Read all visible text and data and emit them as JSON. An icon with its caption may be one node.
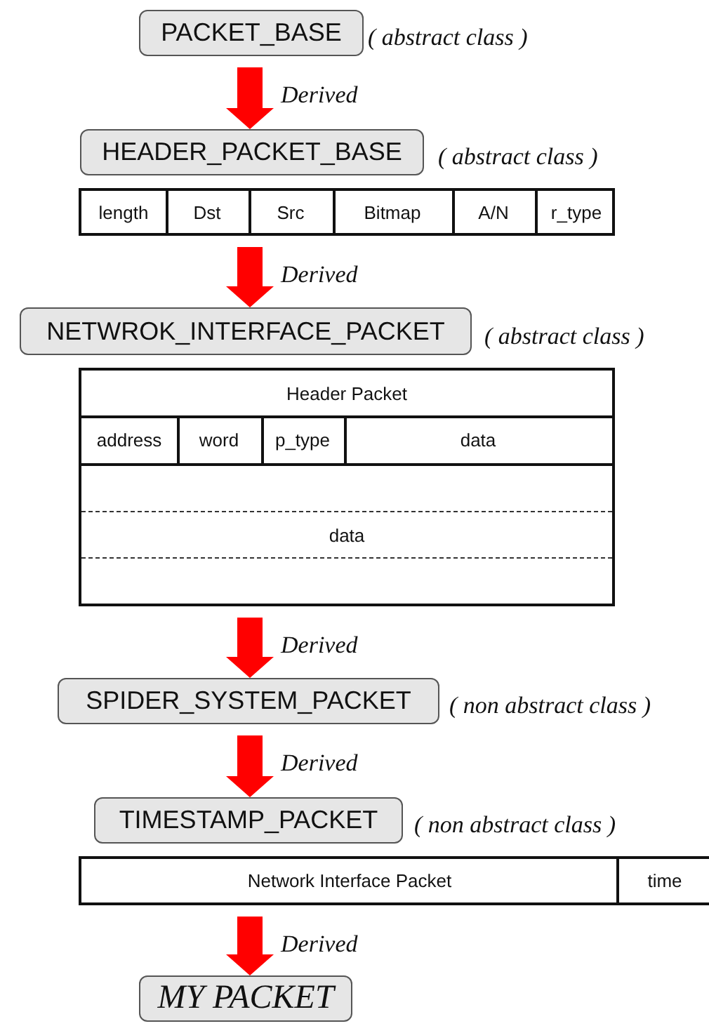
{
  "diagram": {
    "nodes": [
      {
        "text": [
          "PACKET_BASE"
        ],
        "beside": [
          "( abstract class )"
        ]
      },
      {
        "text": [
          "HEADER_PACKET_BASE"
        ],
        "beside": [
          "( abstract class )"
        ]
      },
      {
        "text": [
          "length",
          "Dst",
          "Src",
          "Bitmap",
          "A/N",
          "r_type"
        ]
      },
      {
        "text": [
          "NETWROK_INTERFACE_PACKET"
        ],
        "beside": [
          "( abstract class )"
        ]
      },
      {
        "text": [
          "Header Packet",
          "address",
          "word",
          "p_type",
          "data",
          "data"
        ]
      },
      {
        "text": [
          "SPIDER_SYSTEM_PACKET"
        ],
        "beside": [
          "( non abstract class )"
        ]
      },
      {
        "text": [
          "TIMESTAMP_PACKET"
        ],
        "beside": [
          "( non abstract class )"
        ]
      },
      {
        "text": [
          "Network Interface Packet",
          "time"
        ]
      },
      {
        "text": [
          "MY PACKET"
        ]
      }
    ],
    "edges": [
      {
        "from": 0,
        "to": 1,
        "arrow": "to",
        "label": "Derived",
        "style": "thick",
        "color": "#ff0000"
      },
      {
        "from": 2,
        "to": 3,
        "arrow": "to",
        "label": "Derived",
        "style": "thick",
        "color": "#ff0000"
      },
      {
        "from": 4,
        "to": 5,
        "arrow": "to",
        "label": "Derived",
        "style": "thick",
        "color": "#ff0000"
      },
      {
        "from": 5,
        "to": 6,
        "arrow": "to",
        "label": "Derived",
        "style": "thick",
        "color": "#ff0000"
      },
      {
        "from": 7,
        "to": 8,
        "arrow": "to",
        "label": "Derived",
        "style": "thick",
        "color": "#ff0000"
      }
    ]
  }
}
